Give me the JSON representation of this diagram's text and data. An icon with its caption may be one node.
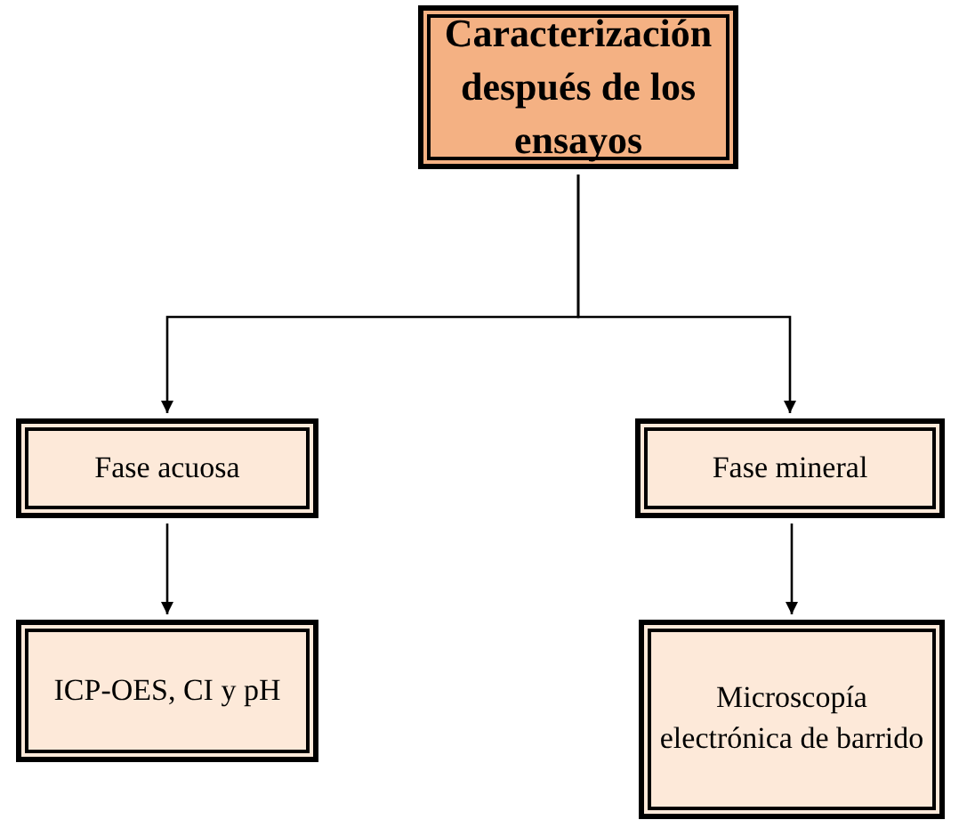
{
  "diagram": {
    "nodes": [
      {
        "text": [
          "Caracterización después de los ensayos"
        ]
      },
      {
        "text": [
          "Fase acuosa"
        ]
      },
      {
        "text": [
          "Fase mineral"
        ]
      },
      {
        "text": [
          "ICP-OES, CI y pH"
        ]
      },
      {
        "text": [
          "Microscopía electrónica de barrido"
        ]
      }
    ],
    "edges": [
      {
        "from": 0,
        "to": 1,
        "arrow": "to"
      },
      {
        "from": 0,
        "to": 2,
        "arrow": "to"
      },
      {
        "from": 1,
        "to": 3,
        "arrow": "to"
      },
      {
        "from": 2,
        "to": 4,
        "arrow": "to"
      }
    ]
  }
}
